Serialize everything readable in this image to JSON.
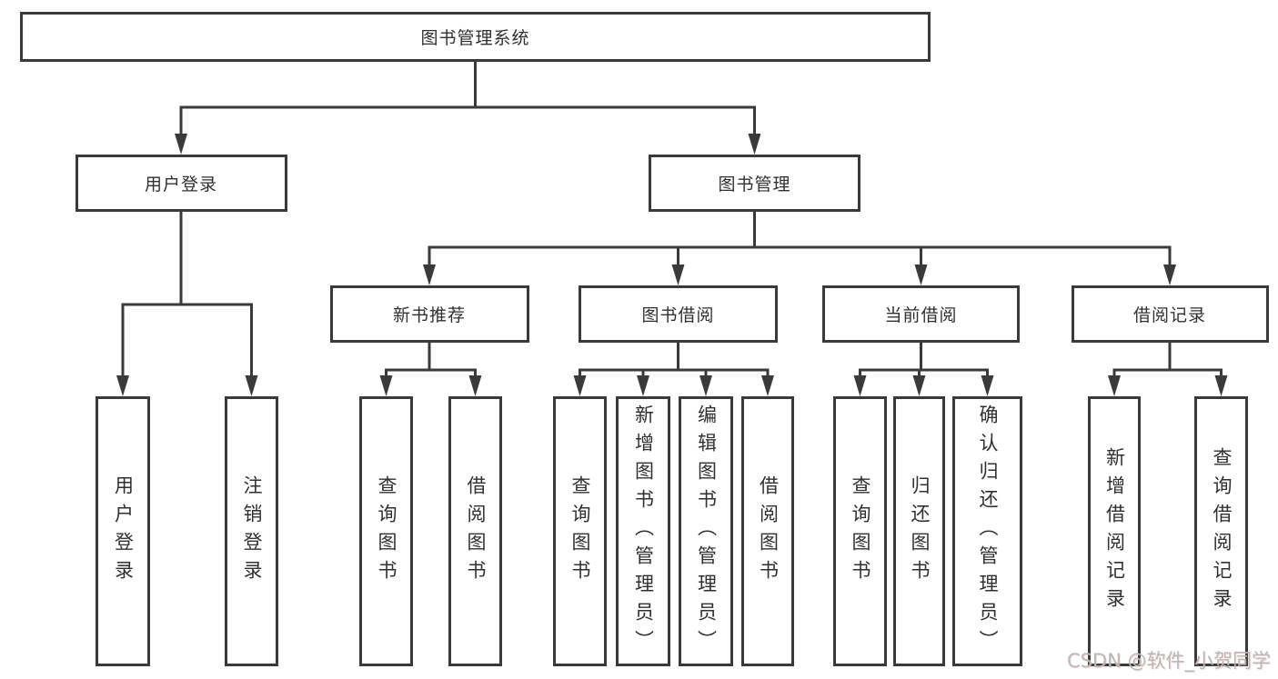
{
  "diagram": {
    "title": "图书管理系统",
    "colors": {
      "line": "#3a3a3a",
      "box_border": "#3a3a3a",
      "box_fill": "#ffffff",
      "text": "#303030",
      "watermark": "#b8b8b8",
      "background": "#ffffff"
    },
    "nodes": {
      "root": {
        "label": "图书管理系统"
      },
      "level2": [
        {
          "key": "user-login",
          "label": "用户登录"
        },
        {
          "key": "book-management",
          "label": "图书管理"
        }
      ],
      "level3": [
        {
          "key": "new-book-recommend",
          "label": "新书推荐",
          "parent": "book-management"
        },
        {
          "key": "book-borrow",
          "label": "图书借阅",
          "parent": "book-management"
        },
        {
          "key": "current-borrow",
          "label": "当前借阅",
          "parent": "book-management"
        },
        {
          "key": "borrow-records",
          "label": "借阅记录",
          "parent": "book-management"
        }
      ],
      "leaves": [
        {
          "label": "用户登录",
          "parent": "user-login"
        },
        {
          "label": "注销登录",
          "parent": "user-login"
        },
        {
          "label": "查询图书",
          "parent": "new-book-recommend"
        },
        {
          "label": "借阅图书",
          "parent": "new-book-recommend"
        },
        {
          "label": "查询图书",
          "parent": "book-borrow"
        },
        {
          "label": "新增图书（管理员）",
          "parent": "book-borrow"
        },
        {
          "label": "编辑图书（管理员）",
          "parent": "book-borrow"
        },
        {
          "label": "借阅图书",
          "parent": "book-borrow"
        },
        {
          "label": "查询图书",
          "parent": "current-borrow"
        },
        {
          "label": "归还图书",
          "parent": "current-borrow"
        },
        {
          "label": "确认归还（管理员）",
          "parent": "current-borrow"
        },
        {
          "label": "新增借阅记录",
          "parent": "borrow-records"
        },
        {
          "label": "查询借阅记录",
          "parent": "borrow-records"
        }
      ]
    }
  },
  "watermark": {
    "text": "CSDN @软件_小贺同学"
  }
}
